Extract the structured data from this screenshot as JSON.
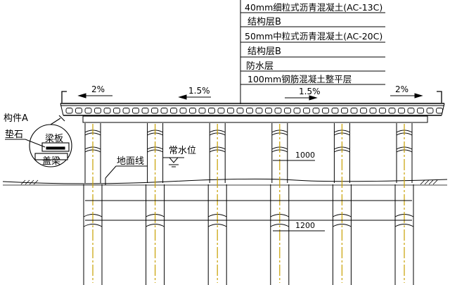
{
  "layers": [
    "40mm细粒式沥青混凝土(AC-13C)",
    "结构层B",
    "50mm中粒式沥青混凝土(AC-20C)",
    "结构层B",
    "防水层",
    "100mm钢筋混凝土整平层"
  ],
  "slopes": {
    "left_outer": "2%",
    "left_inner": "1.5%",
    "right_inner": "1.5%",
    "right_outer": "2%"
  },
  "labels": {
    "component": "构件A",
    "pad": "垫石",
    "girder": "梁板",
    "cap_beam": "盖梁",
    "ground_line": "地面线",
    "water_level": "常水位"
  },
  "dimensions": {
    "column": "1000",
    "pile": "1200"
  },
  "colors": {
    "line": "#000000",
    "centerline": "#c8a000"
  },
  "pier_count": 6
}
